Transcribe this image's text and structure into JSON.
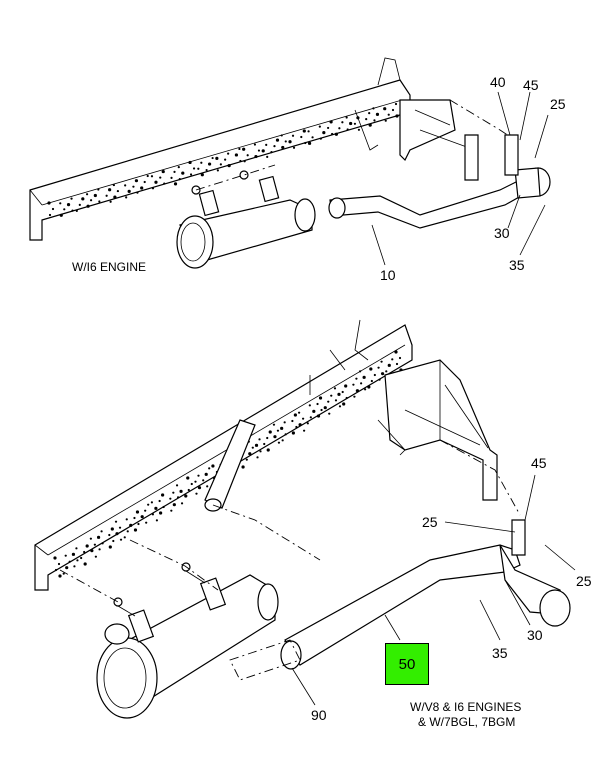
{
  "top_assembly": {
    "caption": "W/I6 ENGINE",
    "callouts": {
      "c40": "40",
      "c45": "45",
      "c25": "25",
      "c30": "30",
      "c35": "35",
      "c10": "10"
    }
  },
  "bottom_assembly": {
    "caption_line1": "W/V8 & I6 ENGINES",
    "caption_line2": "& W/7BGL, 7BGM",
    "callouts": {
      "c45": "45",
      "c25a": "25",
      "c25b": "25",
      "c30": "30",
      "c35": "35",
      "c90": "90",
      "c50": "50"
    },
    "highlight_color": "#33ee00"
  }
}
